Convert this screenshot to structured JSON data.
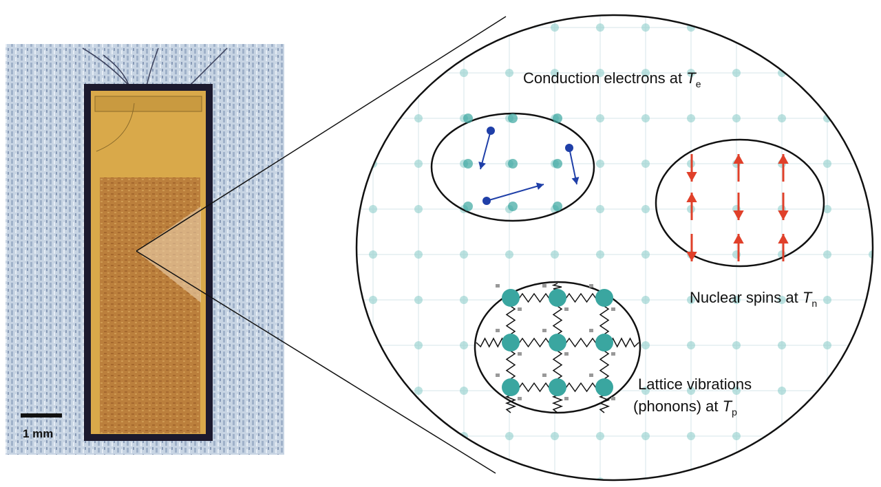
{
  "photo": {
    "scale_bar_label": "1 mm"
  },
  "labels": {
    "electrons": {
      "text": "Conduction electrons at ",
      "symbol": "T",
      "subscript": "e"
    },
    "spins": {
      "text": "Nuclear spins at ",
      "symbol": "T",
      "subscript": "n"
    },
    "phonons_line1": "Lattice vibrations",
    "phonons": {
      "text": "(phonons) at ",
      "symbol": "T",
      "subscript": "p"
    }
  },
  "colors": {
    "electron": "#1f3fa8",
    "spin_arrow": "#e0402a",
    "atom": "#3aa6a0",
    "grid_dot": "#8fcfcc",
    "chip_gold": "#d9a94a",
    "chip_brown": "#b77a3a",
    "chip_border": "#1c1a2e",
    "background_photo": "#b9c8da"
  }
}
